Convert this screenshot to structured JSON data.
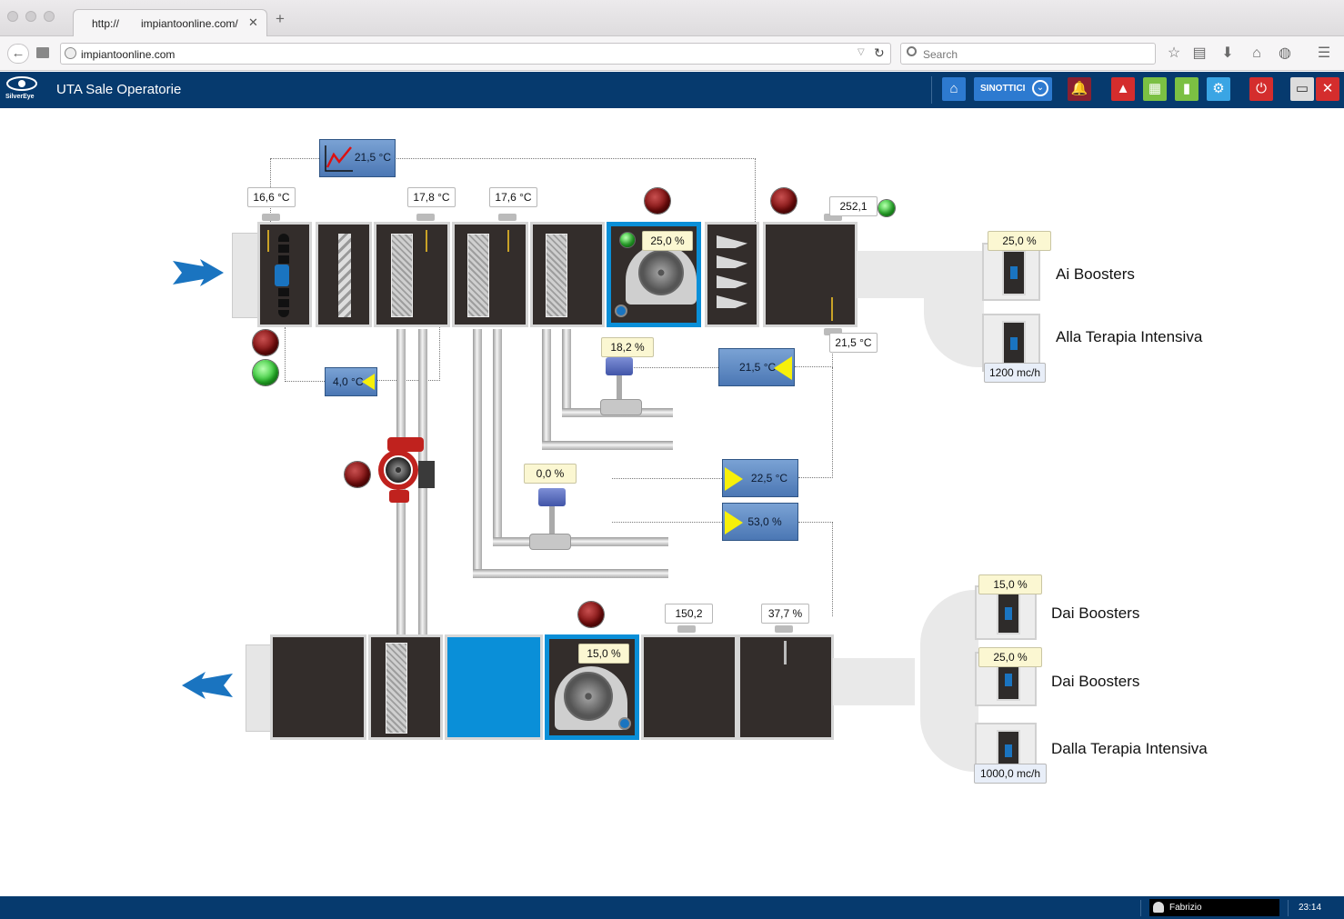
{
  "browser": {
    "tab_protocol": "http://",
    "tab_title": "impiantoonline.com/",
    "url": "impiantoonline.com",
    "search_placeholder": "Search"
  },
  "app": {
    "logo_text": "SilverEye",
    "title": "UTA Sale Operatorie",
    "menu_label": "SINOTTICI"
  },
  "status": {
    "user": "Fabrizio",
    "time": "23:14"
  },
  "supply": {
    "temp_setpoint_trend": "21,5 °C",
    "t_intake": "16,6 °C",
    "t_after_preheat": "17,8 °C",
    "t_after_cooling": "17,6 °C",
    "fan_speed": "25,0 %",
    "pressure": "252,1",
    "t_outlet": "21,5 °C",
    "frost_setpoint": "4,0 °C",
    "valve1_opening": "18,2 %",
    "valve2_opening": "0,0 %",
    "supply_temp_ctl": "21,5 °C",
    "room_temp_ctl": "22,5 °C",
    "room_hum_ctl": "53,0 %"
  },
  "return": {
    "fan_speed": "15,0 %",
    "pressure": "150,2",
    "humidity": "37,7 %"
  },
  "outlets": [
    {
      "label": "Ai Boosters",
      "value": "25,0 %"
    },
    {
      "label": "Alla Terapia Intensiva",
      "value": "1200 mc/h"
    }
  ],
  "inlets": [
    {
      "label": "Dai Boosters",
      "value": "15,0 %"
    },
    {
      "label": "Dai Boosters",
      "value": "25,0 %"
    },
    {
      "label": "Dalla Terapia Intensiva",
      "value": "1000,0 mc/h"
    }
  ],
  "colors": {
    "header_bg": "#063a6e",
    "section_bg": "#332d2b",
    "active_section": "#0a8fd8",
    "arrow": "#1a74c0"
  }
}
